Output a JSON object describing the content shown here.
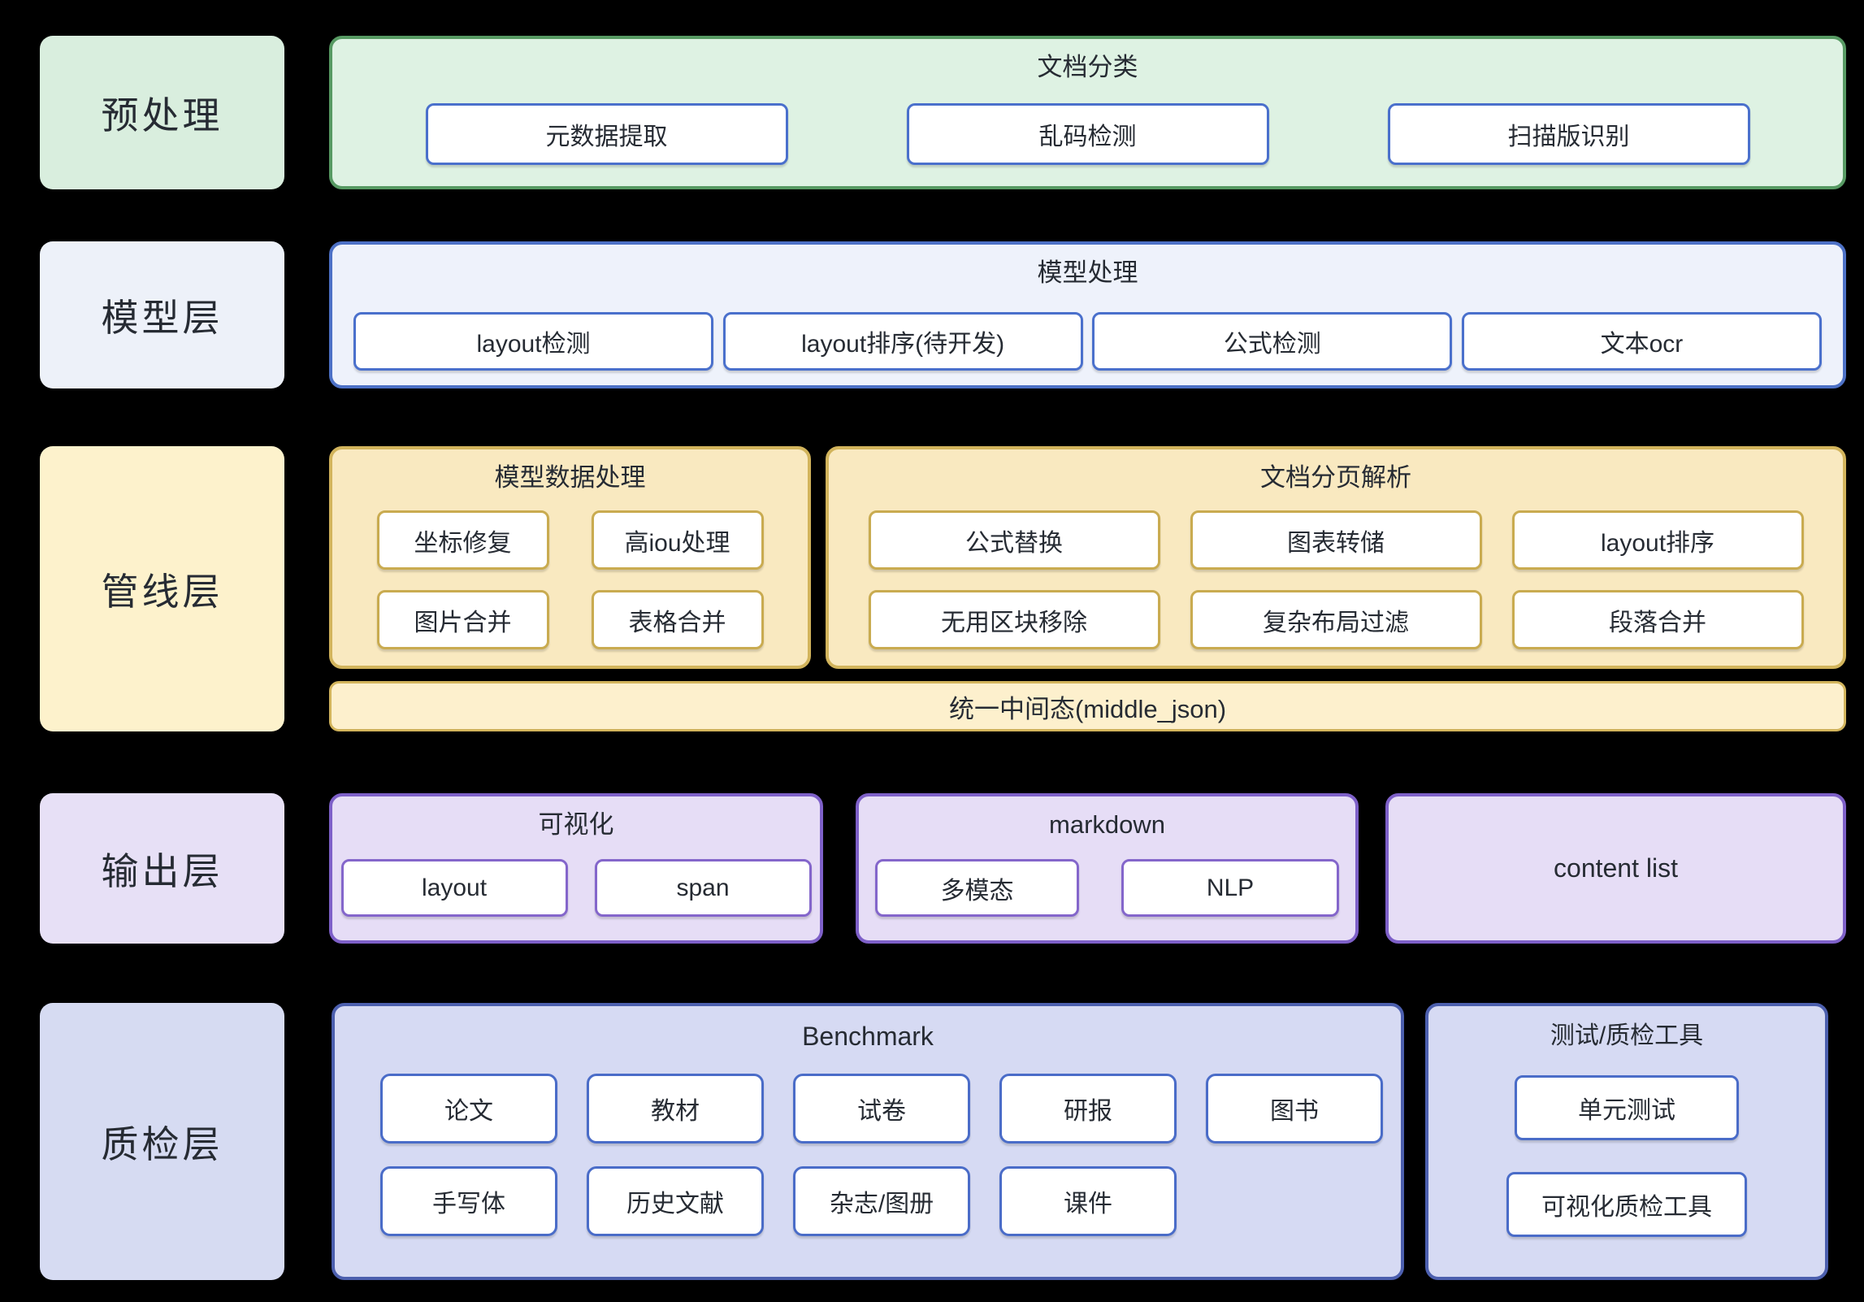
{
  "layers": {
    "preprocess": {
      "label": "预处理",
      "group": {
        "title": "文档分类",
        "nodes": [
          "元数据提取",
          "乱码检测",
          "扫描版识别"
        ]
      }
    },
    "model": {
      "label": "模型层",
      "group": {
        "title": "模型处理",
        "nodes": [
          "layout检测",
          "layout排序(待开发)",
          "公式检测",
          "文本ocr"
        ]
      }
    },
    "pipeline": {
      "label": "管线层",
      "model_data": {
        "title": "模型数据处理",
        "nodes": [
          "坐标修复",
          "高iou处理",
          "图片合并",
          "表格合并"
        ]
      },
      "page_parse": {
        "title": "文档分页解析",
        "nodes": [
          "公式替换",
          "图表转储",
          "layout排序",
          "无用区块移除",
          "复杂布局过滤",
          "段落合并"
        ]
      },
      "bar": "统一中间态(middle_json)"
    },
    "output": {
      "label": "输出层",
      "visualization": {
        "title": "可视化",
        "nodes": [
          "layout",
          "span"
        ]
      },
      "markdown": {
        "title": "markdown",
        "nodes": [
          "多模态",
          "NLP"
        ]
      },
      "content_list": {
        "title": "content list"
      }
    },
    "qc": {
      "label": "质检层",
      "benchmark": {
        "title": "Benchmark",
        "row1": [
          "论文",
          "教材",
          "试卷",
          "研报",
          "图书"
        ],
        "row2": [
          "手写体",
          "历史文献",
          "杂志/图册",
          "课件"
        ]
      },
      "tools": {
        "title": "测试/质检工具",
        "nodes": [
          "单元测试",
          "可视化质检工具"
        ]
      }
    }
  },
  "colors": {
    "bg": "#000000",
    "text": "#262b33",
    "green_label_bg": "#d9eede",
    "green_panel_bg": "#def2e3",
    "green_panel_border": "#579a63",
    "blue_label_bg": "#edf1f9",
    "blue_panel_bg": "#eef2fb",
    "blue_panel_border": "#4d71c6",
    "yellow_label_bg": "#fdf2cc",
    "yellow_panel_bg": "#f9e9c0",
    "yellow_panel_border": "#d2b45c",
    "yellow_bar_bg": "#fdf0cd",
    "purple_label_bg": "#e7e0f6",
    "purple_panel_bg": "#e6ddf6",
    "purple_panel_border": "#7e60c8",
    "peri_label_bg": "#d6dbf2",
    "peri_panel_bg": "#d6daf3",
    "peri_panel_border": "#4c5fae",
    "blue_node_border": "#4a70cc",
    "yellow_node_border": "#c9ab50",
    "purple_node_border": "#8466cb",
    "peri_node_border": "#4a6cc8"
  }
}
